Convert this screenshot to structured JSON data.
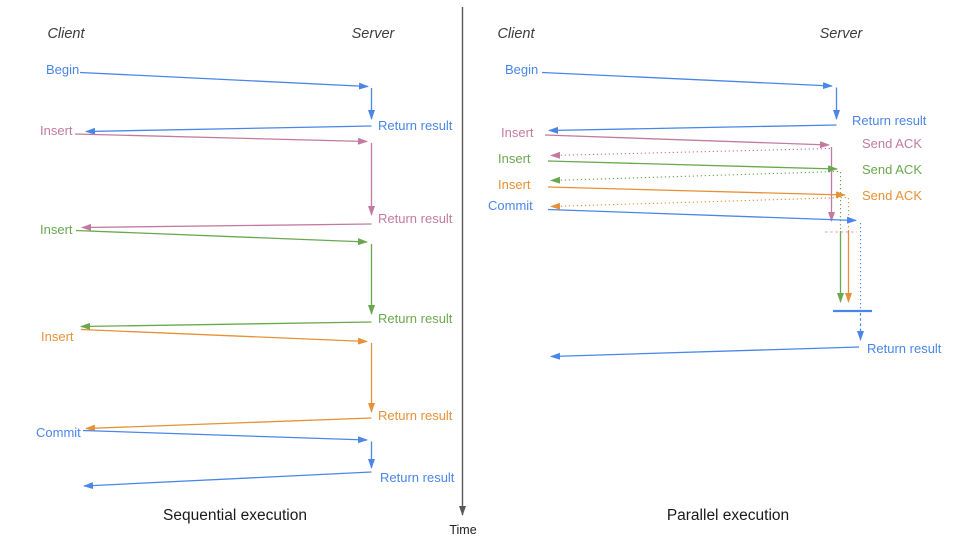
{
  "colors": {
    "blue": "#4a86e8",
    "pink": "#c27ba0",
    "green": "#6aa84f",
    "orange": "#e69138",
    "axis": "#595959",
    "heading": "#3d3d3d",
    "caption": "#1a1a1a"
  },
  "time_axis": {
    "label": "Time"
  },
  "sequential": {
    "title": "Sequential execution",
    "client_header": "Client",
    "server_header": "Server",
    "messages": [
      {
        "label": "Begin",
        "color": "blue",
        "response": "Return result"
      },
      {
        "label": "Insert",
        "color": "pink",
        "response": "Return result"
      },
      {
        "label": "Insert",
        "color": "green",
        "response": "Return result"
      },
      {
        "label": "Insert",
        "color": "orange",
        "response": "Return result"
      },
      {
        "label": "Commit",
        "color": "blue",
        "response": "Return result"
      }
    ]
  },
  "parallel": {
    "title": "Parallel execution",
    "client_header": "Client",
    "server_header": "Server",
    "messages": [
      {
        "label": "Begin",
        "color": "blue",
        "response": "Return result"
      },
      {
        "label": "Insert",
        "color": "pink",
        "response": "Send ACK"
      },
      {
        "label": "Insert",
        "color": "green",
        "response": "Send ACK"
      },
      {
        "label": "Insert",
        "color": "orange",
        "response": "Send ACK"
      },
      {
        "label": "Commit",
        "color": "blue"
      }
    ],
    "final_response": "Return result"
  }
}
